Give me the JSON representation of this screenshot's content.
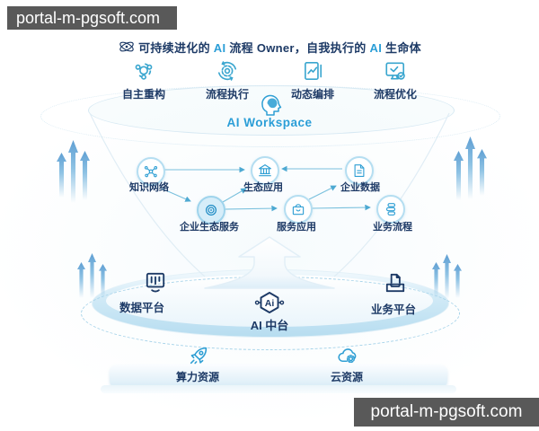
{
  "colors": {
    "navy": "#1d3a66",
    "accent_blue": "#2b9ed7",
    "icon_teal": "#3aa6cf",
    "connector": "#79c0dd",
    "watermark_bg": "#595959",
    "dish_blue": "#cfe9f6"
  },
  "watermark_top": "portal-m-pgsoft.com",
  "watermark_bottom": "portal-m-pgsoft.com",
  "title": {
    "part1": "可持续进化的 ",
    "ai1": "AI",
    "part2": " 流程 Owner，自我执行的 ",
    "ai2": "AI",
    "part3": " 生命体"
  },
  "workspace": {
    "label": "AI Workspace",
    "features": [
      {
        "label": "自主重构",
        "icon": "rebuild-icon"
      },
      {
        "label": "流程执行",
        "icon": "gear-cycle-icon"
      },
      {
        "label": "动态编排",
        "icon": "chart-doc-icon"
      },
      {
        "label": "流程优化",
        "icon": "monitor-check-icon"
      }
    ]
  },
  "network": {
    "nodes": [
      {
        "id": "knowledge",
        "label": "知识网络",
        "icon": "molecule-icon"
      },
      {
        "id": "eco-app",
        "label": "生态应用",
        "icon": "bank-icon"
      },
      {
        "id": "enterprise-data",
        "label": "企业数据",
        "icon": "document-icon"
      },
      {
        "id": "eco-service",
        "label": "企业生态服务",
        "icon": "target-icon"
      },
      {
        "id": "service-app",
        "label": "服务应用",
        "icon": "package-icon"
      },
      {
        "id": "biz-process",
        "label": "业务流程",
        "icon": "flow-blocks-icon"
      }
    ],
    "edges": [
      {
        "from": "知识网络",
        "to": "生态应用"
      },
      {
        "from": "企业数据",
        "to": "生态应用"
      },
      {
        "from": "知识网络",
        "to": "企业生态服务"
      },
      {
        "from": "企业生态服务",
        "to": "生态应用"
      },
      {
        "from": "企业生态服务",
        "to": "服务应用"
      },
      {
        "from": "服务应用",
        "to": "企业数据"
      },
      {
        "from": "服务应用",
        "to": "业务流程"
      }
    ]
  },
  "platforms": {
    "data": {
      "label": "数据平台",
      "icon": "monitor-bars-icon"
    },
    "ai": {
      "label": "AI 中台",
      "chip_text": "Ai",
      "icon": "ai-hexagon-icon"
    },
    "business": {
      "label": "业务平台",
      "icon": "inbox-doc-icon"
    }
  },
  "resources": [
    {
      "label": "算力资源",
      "icon": "rocket-icon"
    },
    {
      "label": "云资源",
      "icon": "cloud-gear-icon"
    }
  ]
}
